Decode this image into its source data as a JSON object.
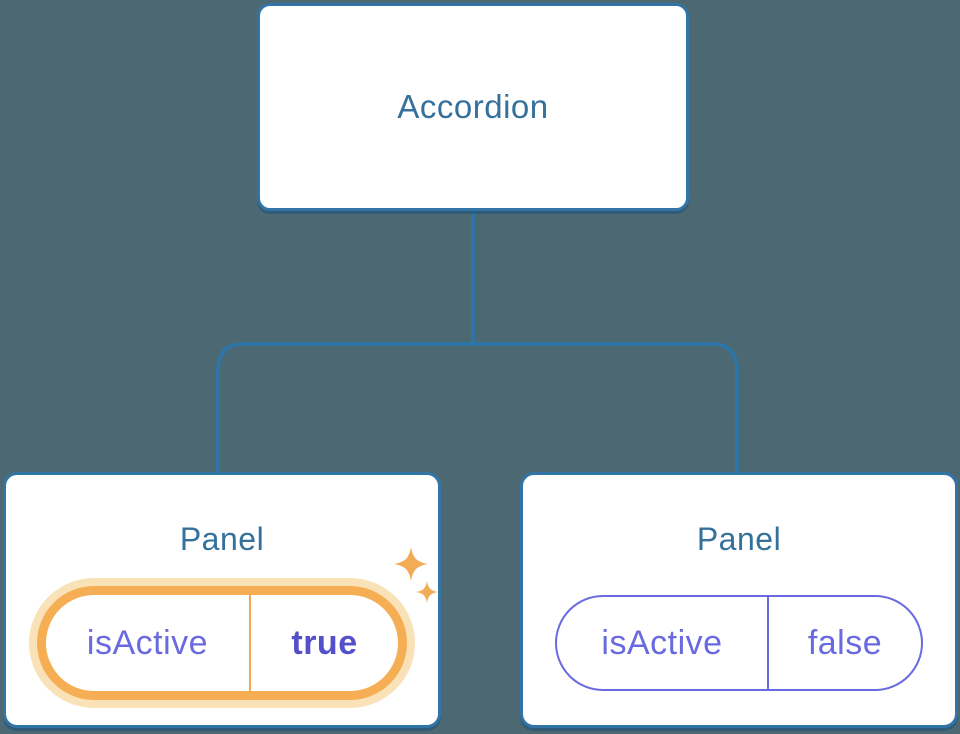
{
  "diagram": {
    "root": {
      "label": "Accordion"
    },
    "panels": [
      {
        "title": "Panel",
        "state_key": "isActive",
        "state_value": "true",
        "highlighted": true
      },
      {
        "title": "Panel",
        "state_key": "isActive",
        "state_value": "false",
        "highlighted": false
      }
    ],
    "icons": [
      {
        "name": "sparkles-icon",
        "meaning": "state-changed highlight"
      }
    ],
    "colors": {
      "background": "#4C6872",
      "node_fill": "#FFFFFF",
      "node_border": "#3274A5",
      "node_shadow": "#22547A",
      "heading_text": "#35719B",
      "state_text": "#6A6AE0",
      "state_value_active_text": "#5450CB",
      "highlight_ring": "#F6AE54",
      "highlight_halo": "#FAE2B8",
      "sparkle": "#F2AC55",
      "connector_line": "#2E74A4"
    }
  }
}
